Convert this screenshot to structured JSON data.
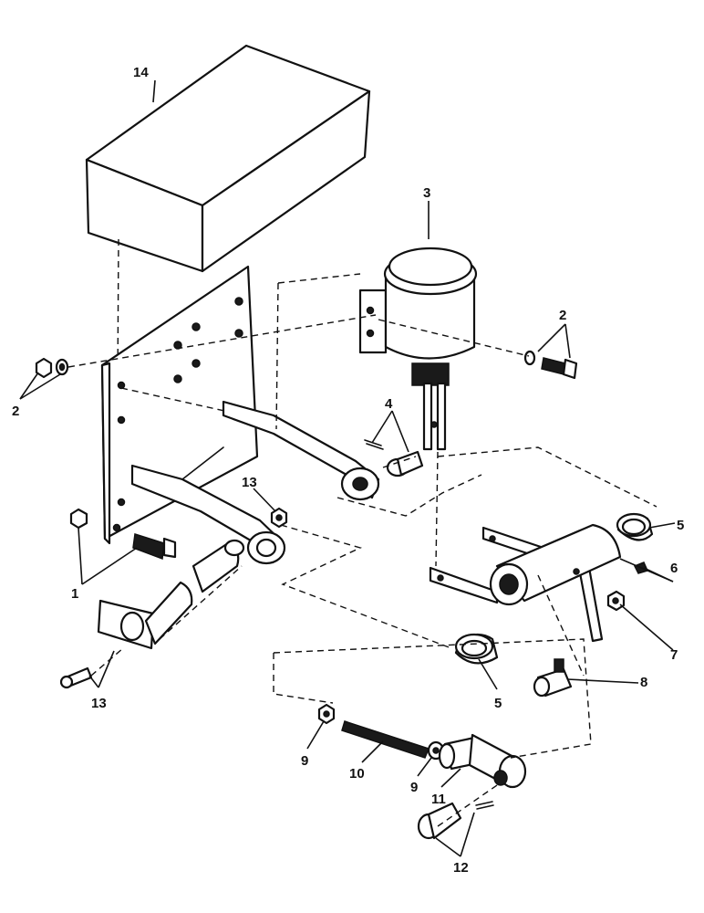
{
  "callouts": {
    "c1": "1",
    "c2a": "2",
    "c2b": "2",
    "c3": "3",
    "c4": "4",
    "c5a": "5",
    "c5b": "5",
    "c6": "6",
    "c7": "7",
    "c8": "8",
    "c9a": "9",
    "c9b": "9",
    "c10": "10",
    "c11": "11",
    "c12": "12",
    "c13a": "13",
    "c13b": "13",
    "c14": "14"
  }
}
